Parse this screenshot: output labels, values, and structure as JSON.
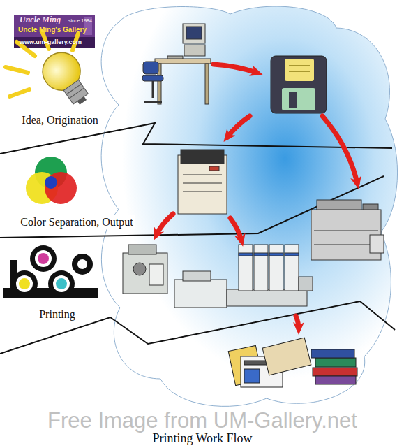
{
  "diagram": {
    "caption": "Printing Work Flow",
    "nodes": [
      {
        "text": [
          "Idea, Origination"
        ]
      },
      {
        "text": [
          "Color Separation, Output"
        ]
      },
      {
        "text": [
          "Printing"
        ]
      }
    ],
    "labels": [
      "Uncle Ming",
      "since 1984",
      "Uncle Ming's Gallery",
      "www.um-gallery.com",
      "Free Image from UM-Gallery.net"
    ]
  }
}
